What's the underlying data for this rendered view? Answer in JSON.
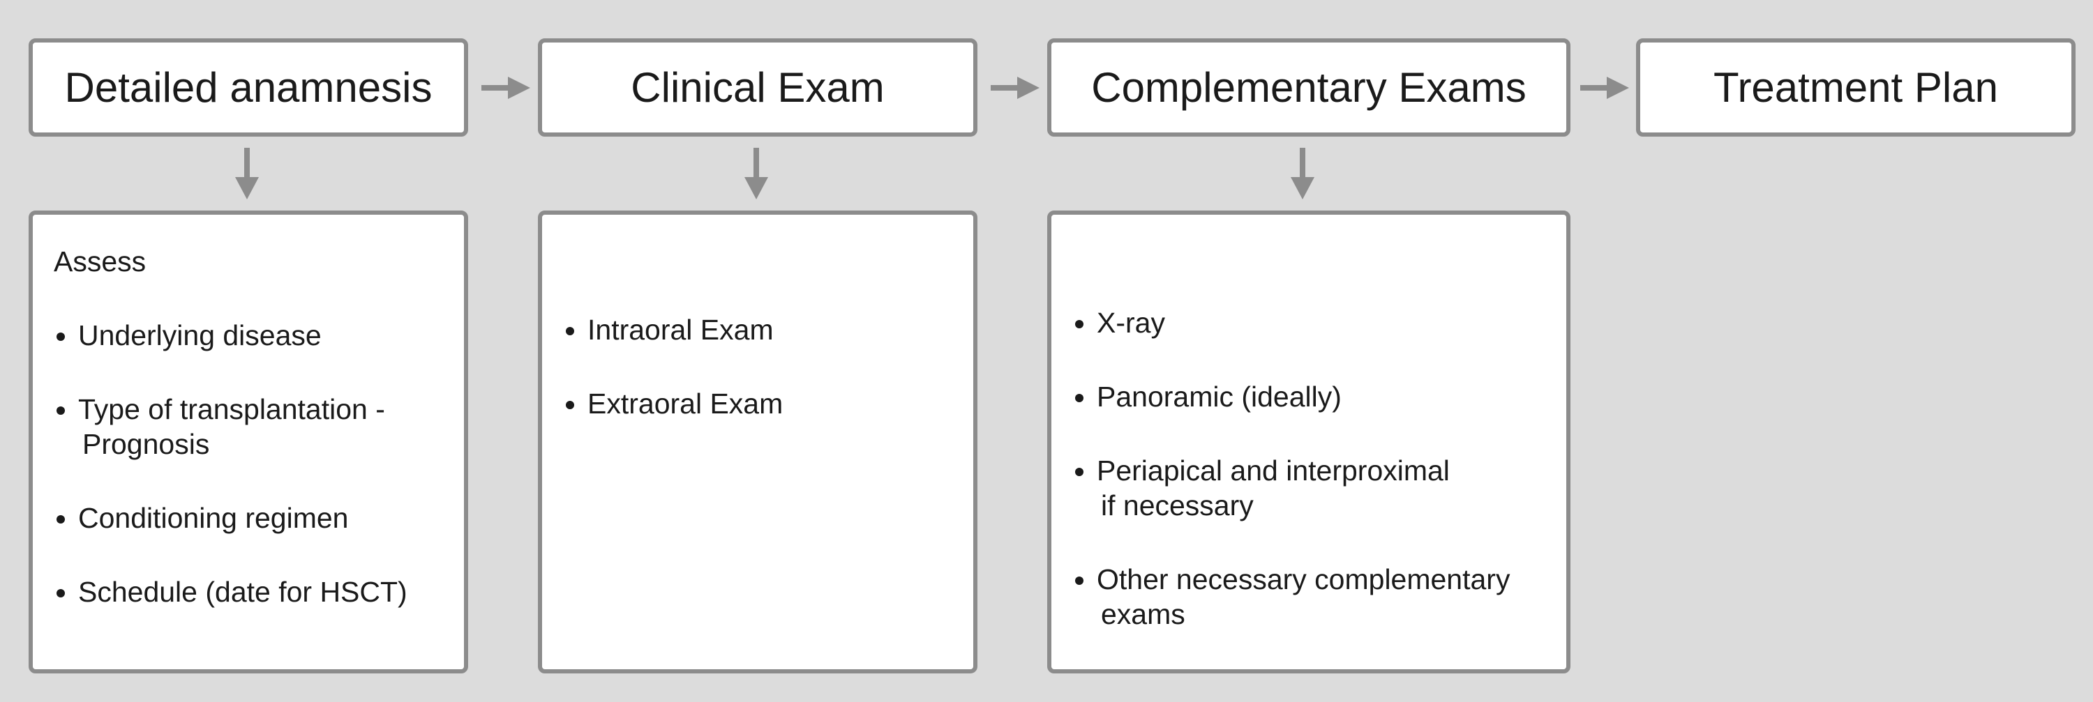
{
  "colors": {
    "background": "#dcdcdc",
    "border": "#8c8c8c",
    "arrow": "#8c8c8c",
    "box": "#ffffff",
    "text": "#1a1a1a"
  },
  "steps": [
    {
      "title": "Detailed anamnesis"
    },
    {
      "title": "Clinical Exam"
    },
    {
      "title": "Complementary Exams"
    },
    {
      "title": "Treatment Plan"
    }
  ],
  "details": {
    "anamnesis": {
      "heading": "Assess",
      "items": [
        {
          "line1": "Underlying disease",
          "line2": ""
        },
        {
          "line1": "Type of transplantation -",
          "line2": "Prognosis"
        },
        {
          "line1": "Conditioning regimen",
          "line2": ""
        },
        {
          "line1": "Schedule (date for HSCT)",
          "line2": ""
        }
      ]
    },
    "clinical": {
      "items": [
        {
          "line1": "Intraoral Exam",
          "line2": ""
        },
        {
          "line1": "Extraoral Exam",
          "line2": ""
        }
      ]
    },
    "complementary": {
      "items": [
        {
          "line1": "X-ray",
          "line2": ""
        },
        {
          "line1": "Panoramic (ideally)",
          "line2": ""
        },
        {
          "line1": "Periapical and interproximal",
          "line2": "if necessary"
        },
        {
          "line1": "Other necessary complementary",
          "line2": "exams"
        }
      ]
    }
  }
}
